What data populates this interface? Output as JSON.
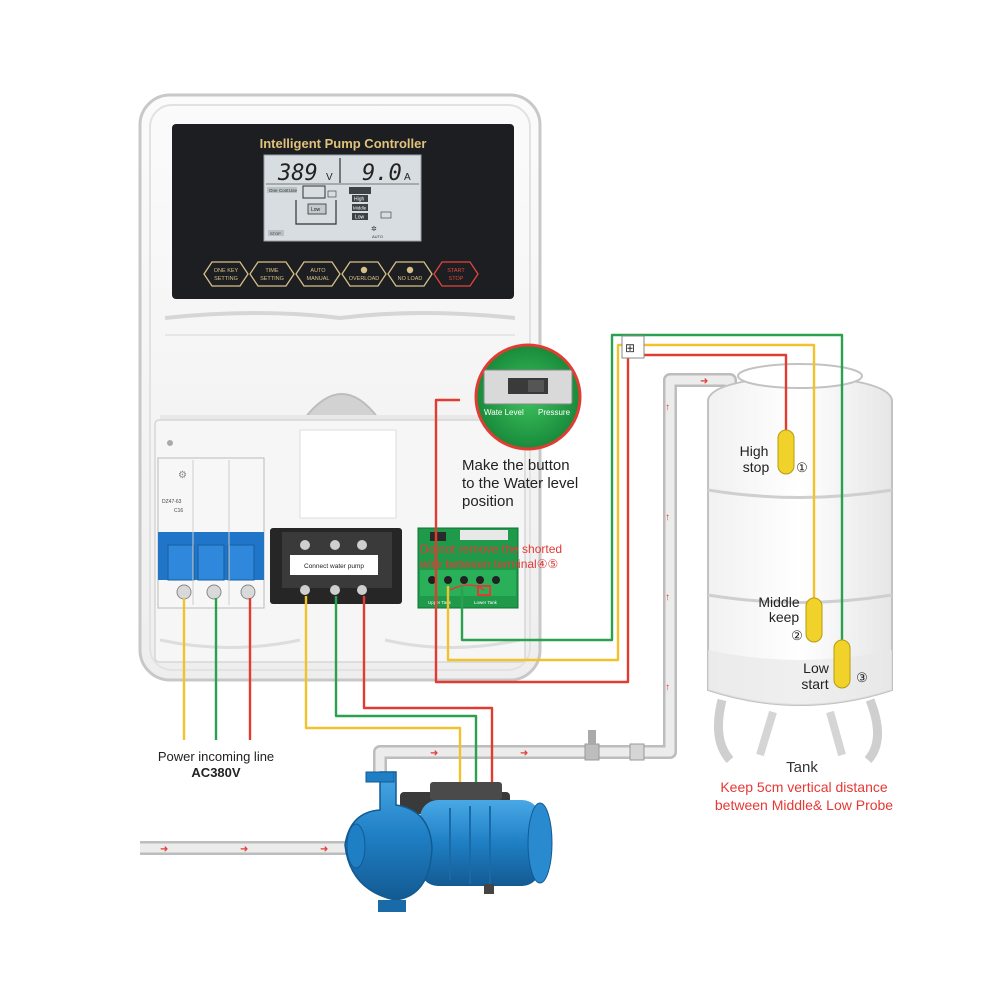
{
  "controller": {
    "title": "Intelligent Pump Controller",
    "lcd": {
      "voltage": "389",
      "voltage_unit": "V",
      "current": "9.0",
      "current_unit": "A",
      "mode_labels": [
        "One",
        "Cont",
        "Use"
      ],
      "levels": [
        "High",
        "Middle",
        "Low"
      ],
      "pump_label": "Low",
      "small_labels": [
        "STOP",
        "AUTO",
        "DT"
      ]
    },
    "buttons": [
      {
        "line1": "ONE KEY",
        "line2": "SETTING",
        "color": "#d8c088"
      },
      {
        "line1": "TIME",
        "line2": "SETTING",
        "color": "#d8c088"
      },
      {
        "line1": "AUTO",
        "line2": "MANUAL",
        "color": "#d8c088"
      },
      {
        "line1": "",
        "line2": "OVERLOAD",
        "color": "#d8c088"
      },
      {
        "line1": "",
        "line2": "NO LOAD",
        "color": "#d8c088"
      },
      {
        "line1": "START",
        "line2": "STOP",
        "color": "#e2453c"
      }
    ],
    "breaker_label": "DZ47-63",
    "breaker_rating": "C16",
    "terminal_label": "Connect water pump",
    "board_labels": [
      "Upper Tank",
      "Lower Tank"
    ]
  },
  "switch_zoom": {
    "left_label": "Wate Level",
    "right_label": "Pressure"
  },
  "annotations": {
    "button_note": [
      "Make the button",
      "to the Water level",
      "position"
    ],
    "terminal_note": [
      "Do not remove the shorted",
      "wire between terminal④⑤"
    ],
    "power_line": "Power incoming line",
    "power_voltage": "AC380V"
  },
  "tank": {
    "label": "Tank",
    "note": [
      "Keep 5cm vertical distance",
      "between Middle& Low Probe"
    ],
    "probes": [
      {
        "line1": "High",
        "line2": "stop",
        "marker": "①"
      },
      {
        "line1": "Middle",
        "line2": "keep",
        "marker": "②"
      },
      {
        "line1": "Low",
        "line2": "start",
        "marker": "③"
      }
    ]
  },
  "colors": {
    "wire_red": "#e03c31",
    "wire_yellow": "#f2c22c",
    "wire_green": "#2aa14e",
    "pump_blue": "#1f7fc4",
    "note_red": "#e53935",
    "pipe": "#cfcfcf",
    "lcd_bg": "#d7dde0",
    "panel_dark": "#1d1e22"
  }
}
